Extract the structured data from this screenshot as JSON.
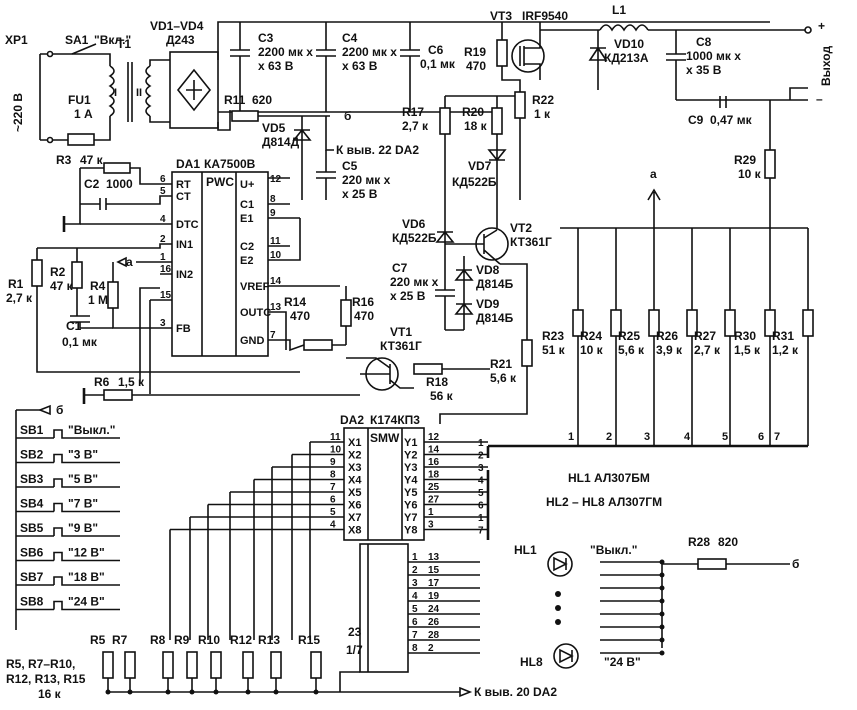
{
  "connector": {
    "ref": "XP1",
    "mains": "~220 В"
  },
  "switch_sa1": {
    "ref": "SA1",
    "label": "\"Вкл.\""
  },
  "fuse": {
    "ref": "FU1",
    "value": "1 А"
  },
  "transformer": {
    "ref": "T1",
    "w1": "I",
    "w2": "II"
  },
  "bridge": {
    "ref": "VD1–VD4",
    "part": "Д243"
  },
  "c3": {
    "ref": "C3",
    "v1": "2200 мк х",
    "v2": "х 63 В"
  },
  "c4": {
    "ref": "C4",
    "v1": "2200 мк х",
    "v2": "х 63 В"
  },
  "c6": {
    "ref": "C6",
    "v1": "0,1 мк"
  },
  "vt3": {
    "ref": "VT3",
    "part": "IRF9540"
  },
  "l1": {
    "ref": "L1"
  },
  "r19": {
    "ref": "R19",
    "value": "470"
  },
  "vd10": {
    "ref": "VD10",
    "part": "КД213А"
  },
  "c8": {
    "ref": "C8",
    "v1": "1000 мк х",
    "v2": "х 35 В"
  },
  "output": {
    "label": "Выход",
    "plus": "+",
    "minus": "–"
  },
  "c9": {
    "ref": "C9",
    "value": "0,47 мк"
  },
  "r11": {
    "ref": "R11",
    "value": "620"
  },
  "vd5": {
    "ref": "VD5",
    "part": "Д814Д"
  },
  "c5": {
    "ref": "C5",
    "v1": "220 мк х",
    "v2": "х 25 В"
  },
  "k22": "К выв. 22 DA2",
  "r17": {
    "ref": "R17",
    "value": "2,7 к"
  },
  "r20": {
    "ref": "R20",
    "value": "18 к"
  },
  "r22": {
    "ref": "R22",
    "value": "1 к"
  },
  "vd7": {
    "ref": "VD7",
    "part": "КД522Б"
  },
  "r29": {
    "ref": "R29",
    "value": "10 к"
  },
  "r3": {
    "ref": "R3",
    "value": "47 к"
  },
  "c2": {
    "ref": "C2",
    "value": "1000"
  },
  "da1": {
    "ref": "DA1",
    "part": "КА7500В",
    "core": "PWC",
    "left_pins": [
      {
        "num": "6",
        "name": "RT"
      },
      {
        "num": "5",
        "name": "CT"
      },
      {
        "num": "4",
        "name": "DTC"
      },
      {
        "num": "2",
        "name": "IN1"
      },
      {
        "num": "1",
        "name": ""
      },
      {
        "num": "16",
        "name": "IN2"
      },
      {
        "num": "15",
        "name": ""
      },
      {
        "num": "3",
        "name": "FB"
      }
    ],
    "right_pins": [
      {
        "num": "12",
        "name": "U+"
      },
      {
        "num": "8",
        "name": "C1"
      },
      {
        "num": "9",
        "name": "E1"
      },
      {
        "num": "11",
        "name": "C2"
      },
      {
        "num": "10",
        "name": "E2"
      },
      {
        "num": "14",
        "name": "VREF"
      },
      {
        "num": "13",
        "name": "OUTC"
      },
      {
        "num": "7",
        "name": "GND"
      }
    ]
  },
  "r1": {
    "ref": "R1",
    "value": "2,7 к"
  },
  "r2": {
    "ref": "R2",
    "value": "47 к"
  },
  "r4": {
    "ref": "R4",
    "value": "1 М"
  },
  "c1": {
    "ref": "C1",
    "value": "0,1 мк"
  },
  "r6": {
    "ref": "R6",
    "value": "1,5 к"
  },
  "r14": {
    "ref": "R14",
    "value": "470"
  },
  "r16": {
    "ref": "R16",
    "value": "470"
  },
  "vt1": {
    "ref": "VT1",
    "part": "КТ361Г"
  },
  "r18": {
    "ref": "R18",
    "value": "56 к"
  },
  "vd6": {
    "ref": "VD6",
    "part": "КД522Б"
  },
  "vt2": {
    "ref": "VT2",
    "part": "КТ361Г"
  },
  "c7": {
    "ref": "C7",
    "v1": "220 мк х",
    "v2": "х 25 В"
  },
  "vd8": {
    "ref": "VD8",
    "part": "Д814Б"
  },
  "vd9": {
    "ref": "VD9",
    "part": "Д814Б"
  },
  "r21": {
    "ref": "R21",
    "value": "5,6 к"
  },
  "node_a": "а",
  "node_b": "б",
  "divider": [
    {
      "ref": "R23",
      "value": "51 к"
    },
    {
      "ref": "R24",
      "value": "10 к"
    },
    {
      "ref": "R25",
      "value": "5,6 к"
    },
    {
      "ref": "R26",
      "value": "3,9 к"
    },
    {
      "ref": "R27",
      "value": "2,7 к"
    },
    {
      "ref": "R30",
      "value": "1,5 к"
    },
    {
      "ref": "R31",
      "value": "1,2 к"
    }
  ],
  "divider_nums": [
    "1",
    "2",
    "3",
    "4",
    "5",
    "6",
    "7"
  ],
  "switches": [
    {
      "ref": "SB1",
      "label": "\"Выкл.\""
    },
    {
      "ref": "SB2",
      "label": "\"3 В\""
    },
    {
      "ref": "SB3",
      "label": "\"5 В\""
    },
    {
      "ref": "SB4",
      "label": "\"7 В\""
    },
    {
      "ref": "SB5",
      "label": "\"9 В\""
    },
    {
      "ref": "SB6",
      "label": "\"12 В\""
    },
    {
      "ref": "SB7",
      "label": "\"18 В\""
    },
    {
      "ref": "SB8",
      "label": "\"24 В\""
    }
  ],
  "da2": {
    "ref": "DA2",
    "part": "К174КП3",
    "core": "SMW",
    "x_pins": [
      {
        "num": "11",
        "name": "X1"
      },
      {
        "num": "10",
        "name": "X2"
      },
      {
        "num": "9",
        "name": "X3"
      },
      {
        "num": "8",
        "name": "X4"
      },
      {
        "num": "7",
        "name": "X5"
      },
      {
        "num": "6",
        "name": "X6"
      },
      {
        "num": "5",
        "name": "X7"
      },
      {
        "num": "4",
        "name": "X8"
      }
    ],
    "y_pins": [
      {
        "num": "12",
        "name": "Y1",
        "out": "1"
      },
      {
        "num": "14",
        "name": "Y2",
        "out": "2"
      },
      {
        "num": "16",
        "name": "Y3",
        "out": "3"
      },
      {
        "num": "18",
        "name": "Y4",
        "out": "4"
      },
      {
        "num": "25",
        "name": "Y5",
        "out": "5"
      },
      {
        "num": "27",
        "name": "Y6",
        "out": "6"
      },
      {
        "num": "1",
        "name": "Y7",
        "out": "1"
      },
      {
        "num": "3",
        "name": "Y8",
        "out": "7"
      }
    ],
    "led_rows": [
      {
        "l": "1",
        "r": "13"
      },
      {
        "l": "2",
        "r": "15"
      },
      {
        "l": "3",
        "r": "17"
      },
      {
        "l": "4",
        "r": "19"
      },
      {
        "l": "5",
        "r": "24"
      },
      {
        "l": "6",
        "r": "26"
      },
      {
        "l": "7",
        "r": "28"
      },
      {
        "l": "8",
        "r": "2"
      }
    ],
    "pin23": "23",
    "ratio": "1/7"
  },
  "hl_note1": "HL1  АЛ307БМ",
  "hl_note2": "HL2 – HL8  АЛ307ГМ",
  "hl1": {
    "ref": "HL1",
    "label": "\"Выкл.\""
  },
  "hl8": {
    "ref": "HL8",
    "label": "\"24 В\""
  },
  "r28": {
    "ref": "R28",
    "value": "820"
  },
  "bottom_res": [
    "R5",
    "R7",
    "R8",
    "R9",
    "R10",
    "R12",
    "R13",
    "R15"
  ],
  "bottom_note": [
    "R5, R7–R10,",
    "R12, R13, R15",
    "16 к"
  ],
  "k20": "К выв. 20 DA2"
}
